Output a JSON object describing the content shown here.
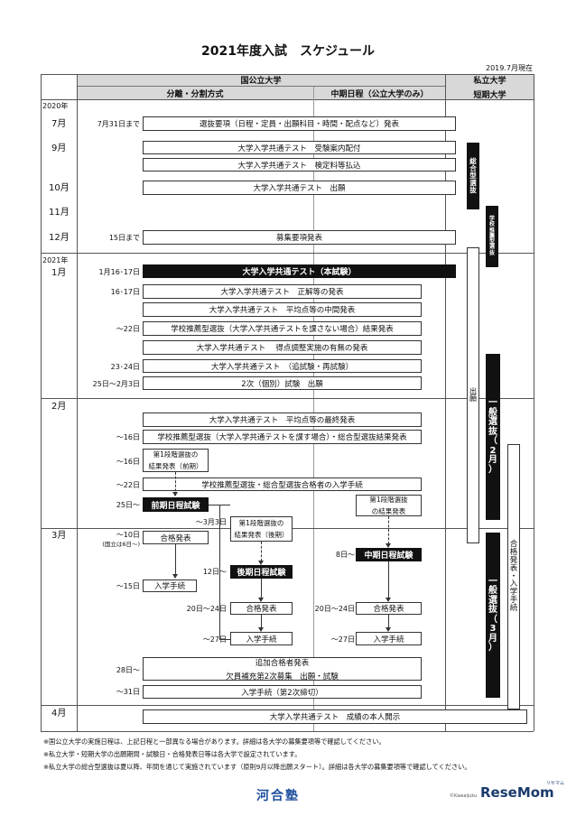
{
  "title": "2021年度入試　スケジュール",
  "as_of": "2019.7月現在",
  "header": {
    "kokko": "国公立大学",
    "bunri": "分離・分割方式",
    "chuki": "中期日程（公立大学のみ）",
    "shiritsu1": "私立大学",
    "shiritsu2": "短期大学"
  },
  "years": {
    "y2020": "2020年",
    "y2021": "2021年"
  },
  "months": {
    "m7": "7月",
    "m9": "9月",
    "m10": "10月",
    "m11": "11月",
    "m12": "12月",
    "m1": "1月",
    "m2": "2月",
    "m3": "3月",
    "m4": "4月"
  },
  "dates": {
    "d1": "7月31日まで",
    "d2": "15日まで",
    "d3": "1月16･17日",
    "d4": "16･17日",
    "d5": "～22日",
    "d6": "23･24日",
    "d7": "25日～2月3日",
    "d8": "～16日",
    "d9": "～16日",
    "d10": "～22日",
    "d11": "25日～",
    "d12": "～3月3日",
    "d13": "～10日",
    "d13b": "(国立は6日～)",
    "d14": "12日～",
    "d15": "8日～",
    "d16": "～15日",
    "d17": "20日～24日",
    "d18": "20日～24日",
    "d19": "～27日",
    "d20": "～27日",
    "d21": "28日～",
    "d22": "～31日"
  },
  "boxes": {
    "b1": "選抜要項（日程・定員・出願科目・時間・配点など）発表",
    "b2": "大学入学共通テスト　受験案内配付",
    "b3": "大学入学共通テスト　検定料等払込",
    "b4": "大学入学共通テスト　出願",
    "b5": "募集要項発表",
    "b6": "大学入学共通テスト（本試験）",
    "b7": "大学入学共通テスト　正解等の発表",
    "b8": "大学入学共通テスト　平均点等の中間発表",
    "b9": "学校推薦型選抜（大学入学共通テストを課さない場合）結果発表",
    "b10": "大学入学共通テスト　 得点調整実施の有無の発表",
    "b11": "大学入学共通テスト　（追試験・再試験）",
    "b12": "2次（個別）試験　出願",
    "b13": "大学入学共通テスト　平均点等の最終発表",
    "b14": "学校推薦型選抜（大学入学共通テストを課す場合）・総合型選抜結果発表",
    "b15a": "第1段階選抜の",
    "b15b": "結果発表（前期）",
    "b16": "学校推薦型選抜・総合型選抜合格者の入学手続",
    "b17a": "第1段階選抜",
    "b17b": "の結果発表",
    "b18": "前期日程試験",
    "b19a": "第1段階選抜の",
    "b19b": "結果発表（後期）",
    "b20": "合格発表",
    "b21": "後期日程試験",
    "b22": "中期日程試験",
    "b23": "入学手続",
    "b24": "合格発表",
    "b25": "合格発表",
    "b26": "入学手続",
    "b27": "入学手続",
    "b28a": "追加合格者発表",
    "b28b": "欠員補充第2次募集　出願・試験",
    "b29": "入学手続（第2次締切）",
    "b30": "大学入学共通テスト　成績の本人開示"
  },
  "side": {
    "sogo": [
      "総",
      "合",
      "型",
      "選",
      "抜"
    ],
    "suisen": [
      "学",
      "校",
      "推",
      "薦",
      "型",
      "選",
      "抜"
    ],
    "shutsugan": [
      "出",
      "願"
    ],
    "ippan2": [
      "一",
      "般",
      "選",
      "抜",
      "（",
      "2",
      "月",
      "）"
    ],
    "goukaku": [
      "合",
      "格",
      "発",
      "表",
      "・",
      "入",
      "学",
      "手",
      "続"
    ],
    "ippan3": [
      "一",
      "般",
      "選",
      "抜",
      "（",
      "3",
      "月",
      "）"
    ]
  },
  "notes": {
    "n1": "※国公立大学の実施日程は、上記日程と一部異なる場合があります。詳細は各大学の募集要項等で確認してください。",
    "n2": "※私立大学・短期大学の出願期間・試験日・合格発表日等は各大学で設定されています。",
    "n3": "※私立大学の総合型選抜は夏以降、年間を通じて実施されています（原則9月以降出願スタート）。詳細は各大学の募集要項等で確認してください。"
  },
  "footer": {
    "logo": "河合塾",
    "copy": "©Kawaijuku",
    "brand": "ReseMom",
    "brand_sub": "リセマム"
  }
}
